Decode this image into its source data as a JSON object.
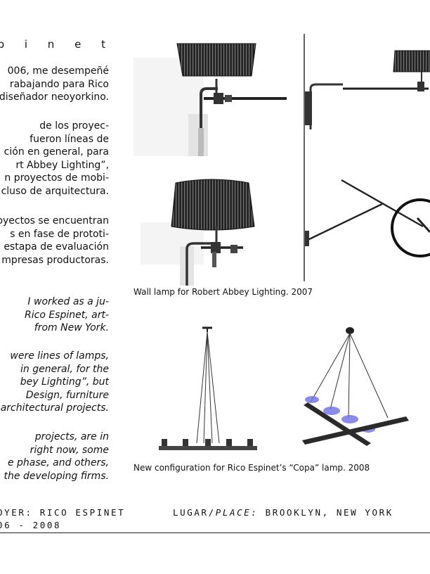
{
  "heading": "s p i n e t",
  "spanish": {
    "p1": [
      "006, me desempeñé",
      "rabajando para Rico",
      "diseñador neoyorkino."
    ],
    "p2": [
      "de los proyec-",
      "fueron líneas de",
      "ción en general, para",
      "rt Abbey Lighting”,",
      "n proyectos de mobi-",
      "cluso de arquitectura."
    ],
    "p3": [
      "oyectos se encuentran",
      "s en fase de prototi-",
      "estapa de evaluación",
      "mpresas productoras."
    ]
  },
  "english": {
    "p1": [
      "I worked as a ju-",
      "Rico Espinet, art-",
      "from New York."
    ],
    "p2": [
      "were lines of lamps,",
      "in general, for the",
      "bey Lighting”, but",
      "Design, furniture",
      "architectural projects."
    ],
    "p3": [
      "projects, are in",
      "right now, some",
      "e phase, and others,",
      "the developing firms."
    ]
  },
  "captions": {
    "wall_lamp": "Wall lamp for Robert Abbey Lighting. 2007",
    "copa": "New configuration for Rico Espinet’s “Copa” lamp. 2008"
  },
  "footer": {
    "employer": "OYER: RICO ESPINET",
    "place_label_es": "LUGAR/",
    "place_label_en": "PLACE:",
    "place_value": " BROOKLYN, NEW YORK",
    "dates": "06 - 2008"
  },
  "colors": {
    "ink": "#111111",
    "lamp_blue": "#6f6fe6"
  }
}
